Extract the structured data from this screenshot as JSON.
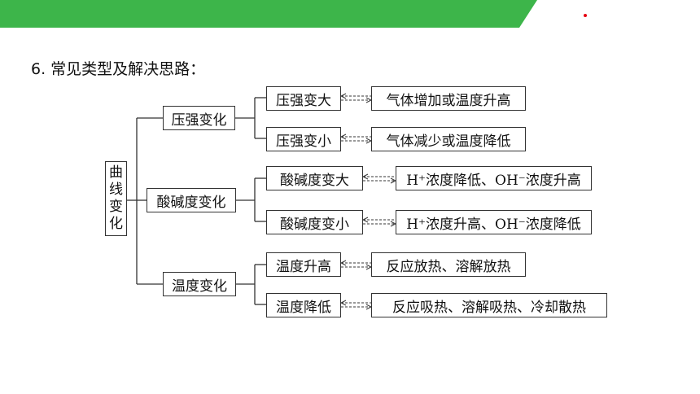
{
  "heading": "6. 常见类型及解决思路：",
  "root": [
    "曲",
    "线",
    "变",
    "化"
  ],
  "branches": [
    {
      "label": "压强变化",
      "children": [
        {
          "cause": "压强变大",
          "result": "气体增加或温度升高"
        },
        {
          "cause": "压强变小",
          "result": "气体减少或温度降低"
        }
      ]
    },
    {
      "label": "酸碱度变化",
      "children": [
        {
          "cause": "酸碱度变大",
          "result": "H⁺浓度降低、OH⁻浓度升高"
        },
        {
          "cause": "酸碱度变小",
          "result": "H⁺浓度升高、OH⁻浓度降低"
        }
      ]
    },
    {
      "label": "温度变化",
      "children": [
        {
          "cause": "温度升高",
          "result": "反应放热、溶解放热"
        },
        {
          "cause": "温度降低",
          "result": "反应吸热、溶解吸热、冷却散热"
        }
      ]
    }
  ],
  "colors": {
    "banner": "#3db54a",
    "accent_dot": "#e60012",
    "lines": "#333333"
  }
}
